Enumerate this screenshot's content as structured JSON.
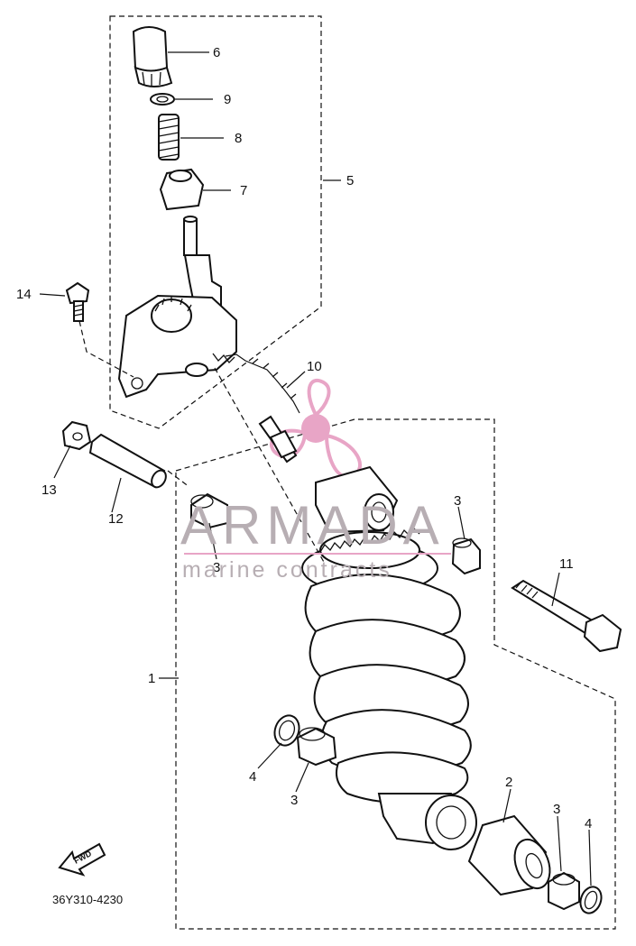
{
  "diagram_code": "36Y310-4230",
  "fwd_label": "FWD",
  "watermark": {
    "brand": "ARMADA",
    "tagline": "marine contracts"
  },
  "callouts": [
    {
      "id": "label-6",
      "text": "6"
    },
    {
      "id": "label-9",
      "text": "9"
    },
    {
      "id": "label-8",
      "text": "8"
    },
    {
      "id": "label-7",
      "text": "7"
    },
    {
      "id": "label-5",
      "text": "5"
    },
    {
      "id": "label-14",
      "text": "14"
    },
    {
      "id": "label-10",
      "text": "10"
    },
    {
      "id": "label-13",
      "text": "13"
    },
    {
      "id": "label-12",
      "text": "12"
    },
    {
      "id": "label-3a",
      "text": "3"
    },
    {
      "id": "label-3b",
      "text": "3"
    },
    {
      "id": "label-11",
      "text": "11"
    },
    {
      "id": "label-1",
      "text": "1"
    },
    {
      "id": "label-4a",
      "text": "4"
    },
    {
      "id": "label-3c",
      "text": "3"
    },
    {
      "id": "label-2",
      "text": "2"
    },
    {
      "id": "label-3d",
      "text": "3"
    },
    {
      "id": "label-4b",
      "text": "4"
    }
  ],
  "colors": {
    "line": "#111111",
    "watermark_grey": "#b7aeb3",
    "watermark_pink": "#e8a5c6"
  }
}
